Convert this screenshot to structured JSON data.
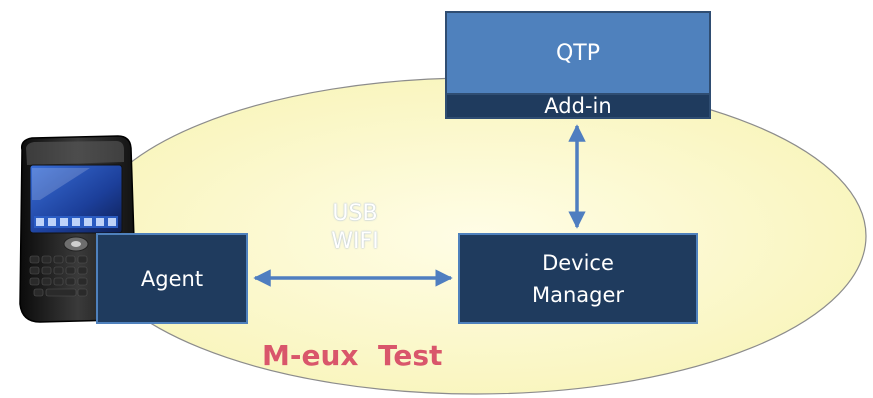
{
  "diagram": {
    "title": "M-eux  Test",
    "nodes": {
      "qtp": "QTP",
      "addin": "Add-in",
      "agent": "Agent",
      "device_manager": [
        "Device",
        "Manager"
      ]
    },
    "connection": {
      "lines": [
        "USB",
        "WIFI"
      ]
    }
  },
  "colors": {
    "ellipse_fill": "#fdfbd2",
    "ellipse_stroke": "#8c8c8c",
    "qtp_fill": "#4f81bd",
    "dark_box_fill": "#1f3b5e",
    "arrow": "#4f7ec0",
    "title": "#d9566b"
  }
}
